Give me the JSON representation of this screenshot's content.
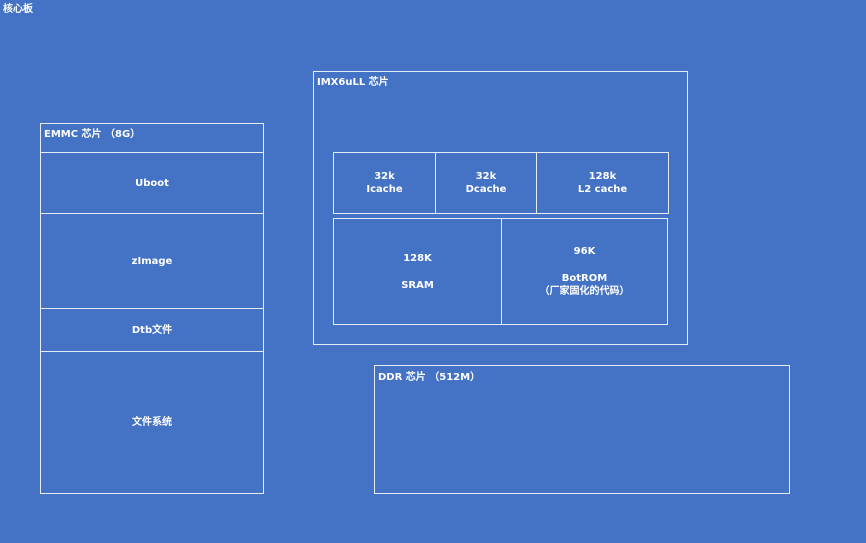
{
  "board": {
    "title": "核心板"
  },
  "emmc": {
    "title": "EMMC 芯片 （8G）",
    "partitions": [
      {
        "label": "Uboot"
      },
      {
        "label": "zImage"
      },
      {
        "label": "Dtb文件"
      },
      {
        "label": "文件系统"
      }
    ]
  },
  "soc": {
    "title": "IMX6uLL 芯片",
    "caches": [
      {
        "size": "32k",
        "name": "Icache"
      },
      {
        "size": "32k",
        "name": "Dcache"
      },
      {
        "size": "128k",
        "name": "L2 cache"
      }
    ],
    "sram": {
      "size": "128K",
      "name": "SRAM"
    },
    "rom": {
      "size": "96K",
      "name": "BotROM",
      "note": "（厂家固化的代码）"
    }
  },
  "ddr": {
    "title": "DDR 芯片 （512M）"
  }
}
